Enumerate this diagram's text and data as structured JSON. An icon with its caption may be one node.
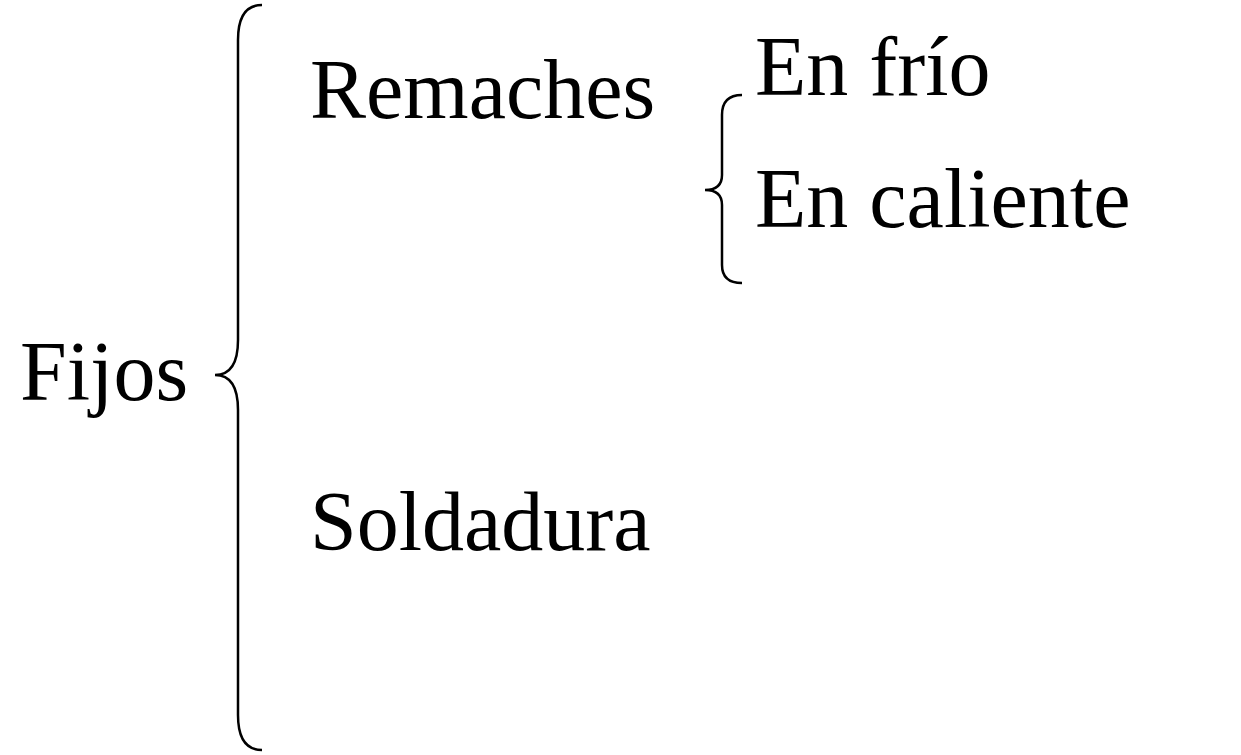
{
  "diagram": {
    "labels": [
      "Fijos",
      "Remaches",
      "En frío",
      "En caliente",
      "Soldadura"
    ]
  }
}
